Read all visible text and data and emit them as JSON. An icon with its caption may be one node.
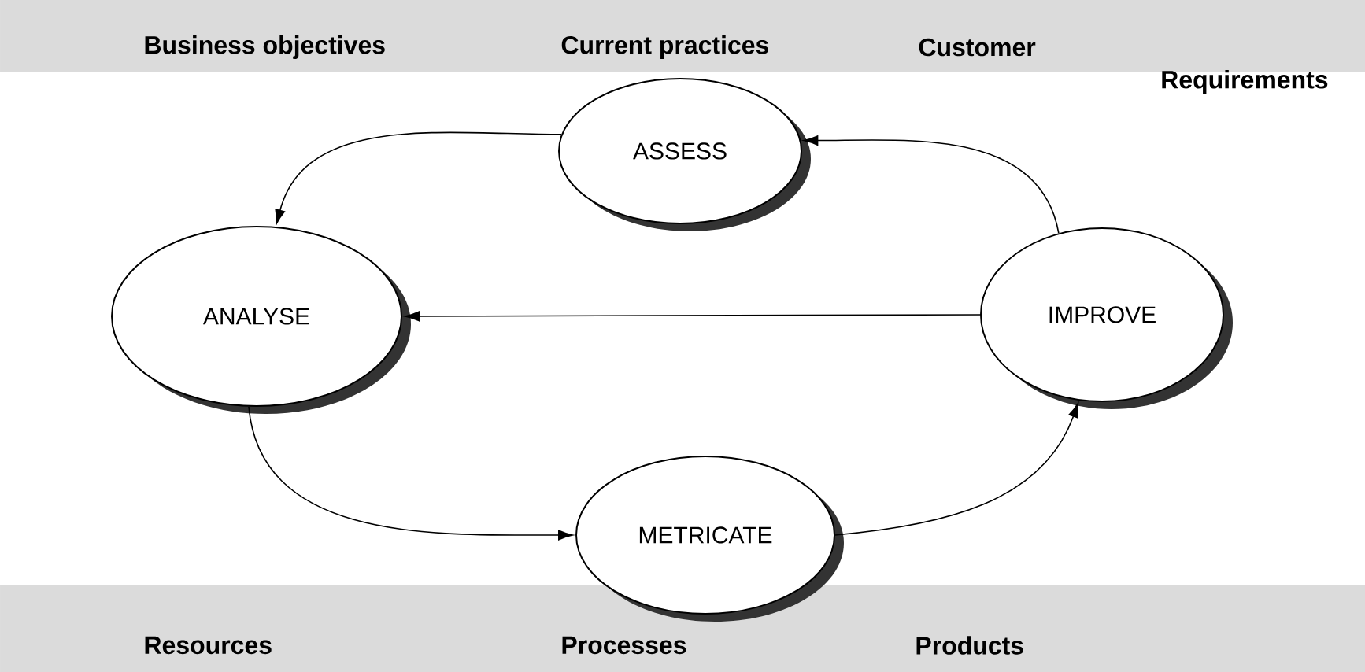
{
  "diagram": {
    "nodes": [
      {
        "text": [
          "ASSESS"
        ]
      },
      {
        "text": [
          "ANALYSE"
        ]
      },
      {
        "text": [
          "IMPROVE"
        ]
      },
      {
        "text": [
          "METRICATE"
        ]
      }
    ],
    "edges": [
      {
        "from": 0,
        "to": 1,
        "arrow": "to"
      },
      {
        "from": 2,
        "to": 0,
        "arrow": "to"
      },
      {
        "from": 2,
        "to": 1,
        "arrow": "to"
      },
      {
        "from": 1,
        "to": 3,
        "arrow": "to"
      },
      {
        "from": 3,
        "to": 2,
        "arrow": "to"
      }
    ],
    "labels": [
      "Business objectives",
      "Current practices",
      "Customer",
      "Requirements",
      "Resources",
      "Processes",
      "Products"
    ]
  }
}
